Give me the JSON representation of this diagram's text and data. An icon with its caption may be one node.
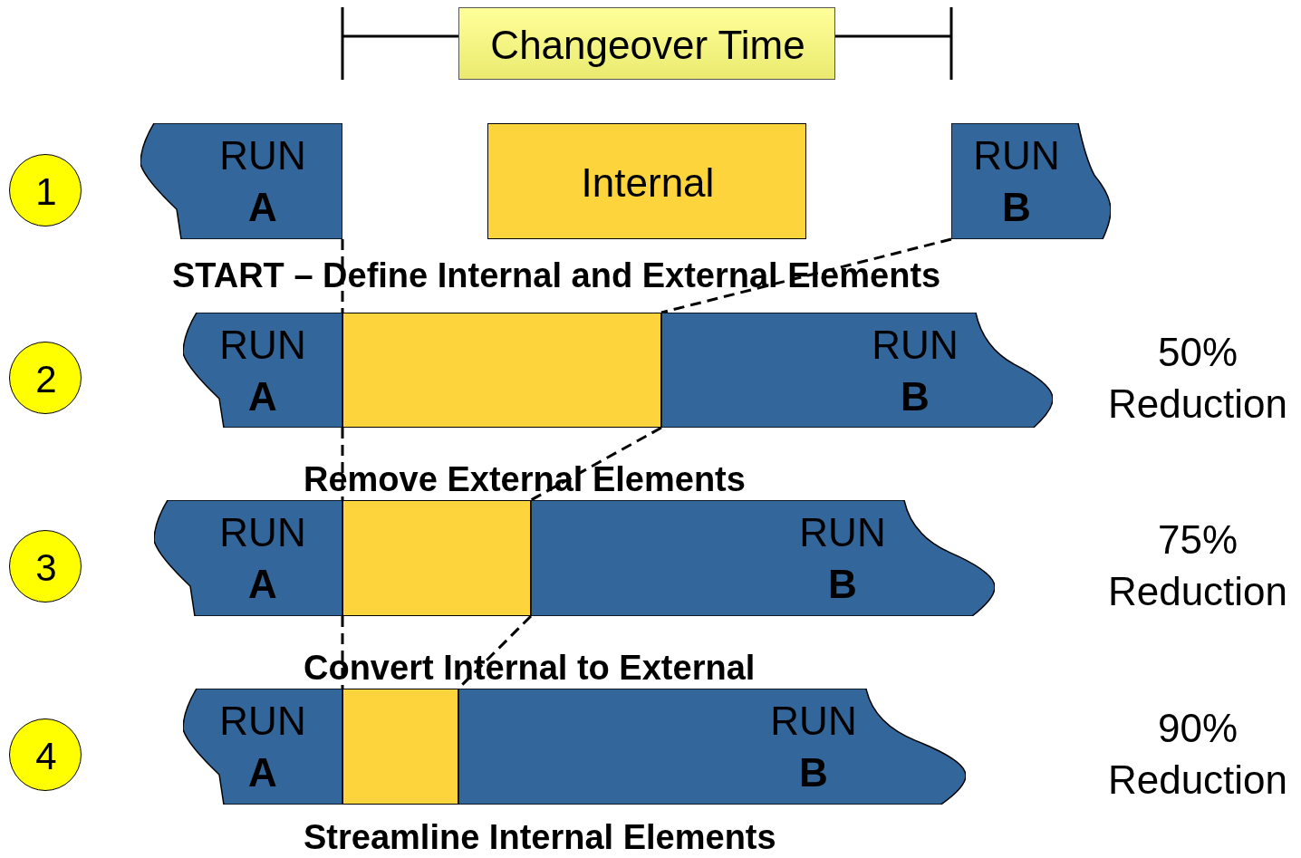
{
  "diagram": {
    "nodes": [
      {
        "text": [
          "Changeover Time"
        ]
      },
      {
        "text": [
          "1"
        ]
      },
      {
        "text": [
          "RUN",
          "A"
        ]
      },
      {
        "text": [
          "Internal"
        ]
      },
      {
        "text": [
          "RUN",
          "B"
        ]
      },
      {
        "text": [
          "2"
        ]
      },
      {
        "text": [
          "RUN",
          "A"
        ]
      },
      {
        "text": [],
        "shape": "box"
      },
      {
        "text": [
          "RUN",
          "B"
        ]
      },
      {
        "text": [
          "3"
        ]
      },
      {
        "text": [
          "RUN",
          "A"
        ]
      },
      {
        "text": [],
        "shape": "box"
      },
      {
        "text": [
          "RUN",
          "B"
        ]
      },
      {
        "text": [
          "4"
        ]
      },
      {
        "text": [
          "RUN",
          "A"
        ]
      },
      {
        "text": [],
        "shape": "box"
      },
      {
        "text": [
          "RUN",
          "B"
        ]
      }
    ],
    "edges": [
      {
        "from": 2,
        "to": 6,
        "arrow": "none",
        "style": "dashed"
      },
      {
        "from": 4,
        "to": 8,
        "arrow": "none",
        "style": "dashed"
      },
      {
        "from": 6,
        "to": 10,
        "arrow": "none",
        "style": "dashed"
      },
      {
        "from": 8,
        "to": 12,
        "arrow": "none",
        "style": "dashed"
      },
      {
        "from": 10,
        "to": 14,
        "arrow": "none",
        "style": "dashed"
      },
      {
        "from": 12,
        "to": 16,
        "arrow": "none",
        "style": "dashed"
      }
    ],
    "labels": [
      "START – Define Internal and External Elements",
      "50% Reduction",
      "Remove External Elements",
      "75% Reduction",
      "Convert Internal to External",
      "90% Reduction",
      "Streamline Internal Elements"
    ]
  }
}
